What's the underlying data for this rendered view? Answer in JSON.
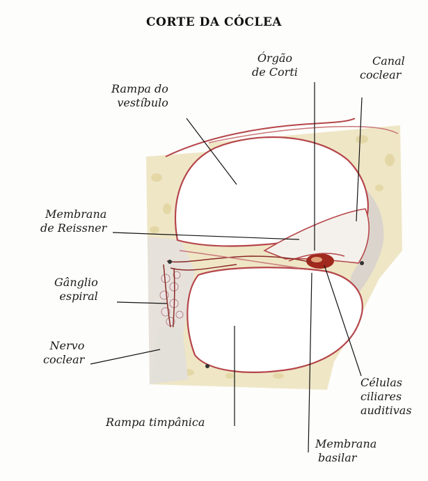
{
  "title": "CORTE DA CÓCLEA",
  "labels": {
    "orgao_corti": [
      "Órgão",
      "de Corti"
    ],
    "canal_coclear": [
      "Canal",
      "coclear"
    ],
    "rampa_vestibulo": [
      "Rampa do",
      "vestíbulo"
    ],
    "membrana_reissner": [
      "Membrana",
      "de Reissner"
    ],
    "ganglio_espiral": [
      "Gânglio",
      "espiral"
    ],
    "nervo_coclear": [
      "Nervo",
      "coclear"
    ],
    "celulas_ciliares": [
      "Células",
      "ciliares",
      "auditivas"
    ],
    "rampa_timpanica": [
      "Rampa timpânica"
    ],
    "membrana_basilar": [
      "Membrana",
      "basilar"
    ]
  },
  "colors": {
    "membrane": "#b5454a",
    "bone": "#efe6c6",
    "tissue": "#ddd6cf",
    "organ": "#a0281c",
    "nerve": "#8a2a25"
  }
}
